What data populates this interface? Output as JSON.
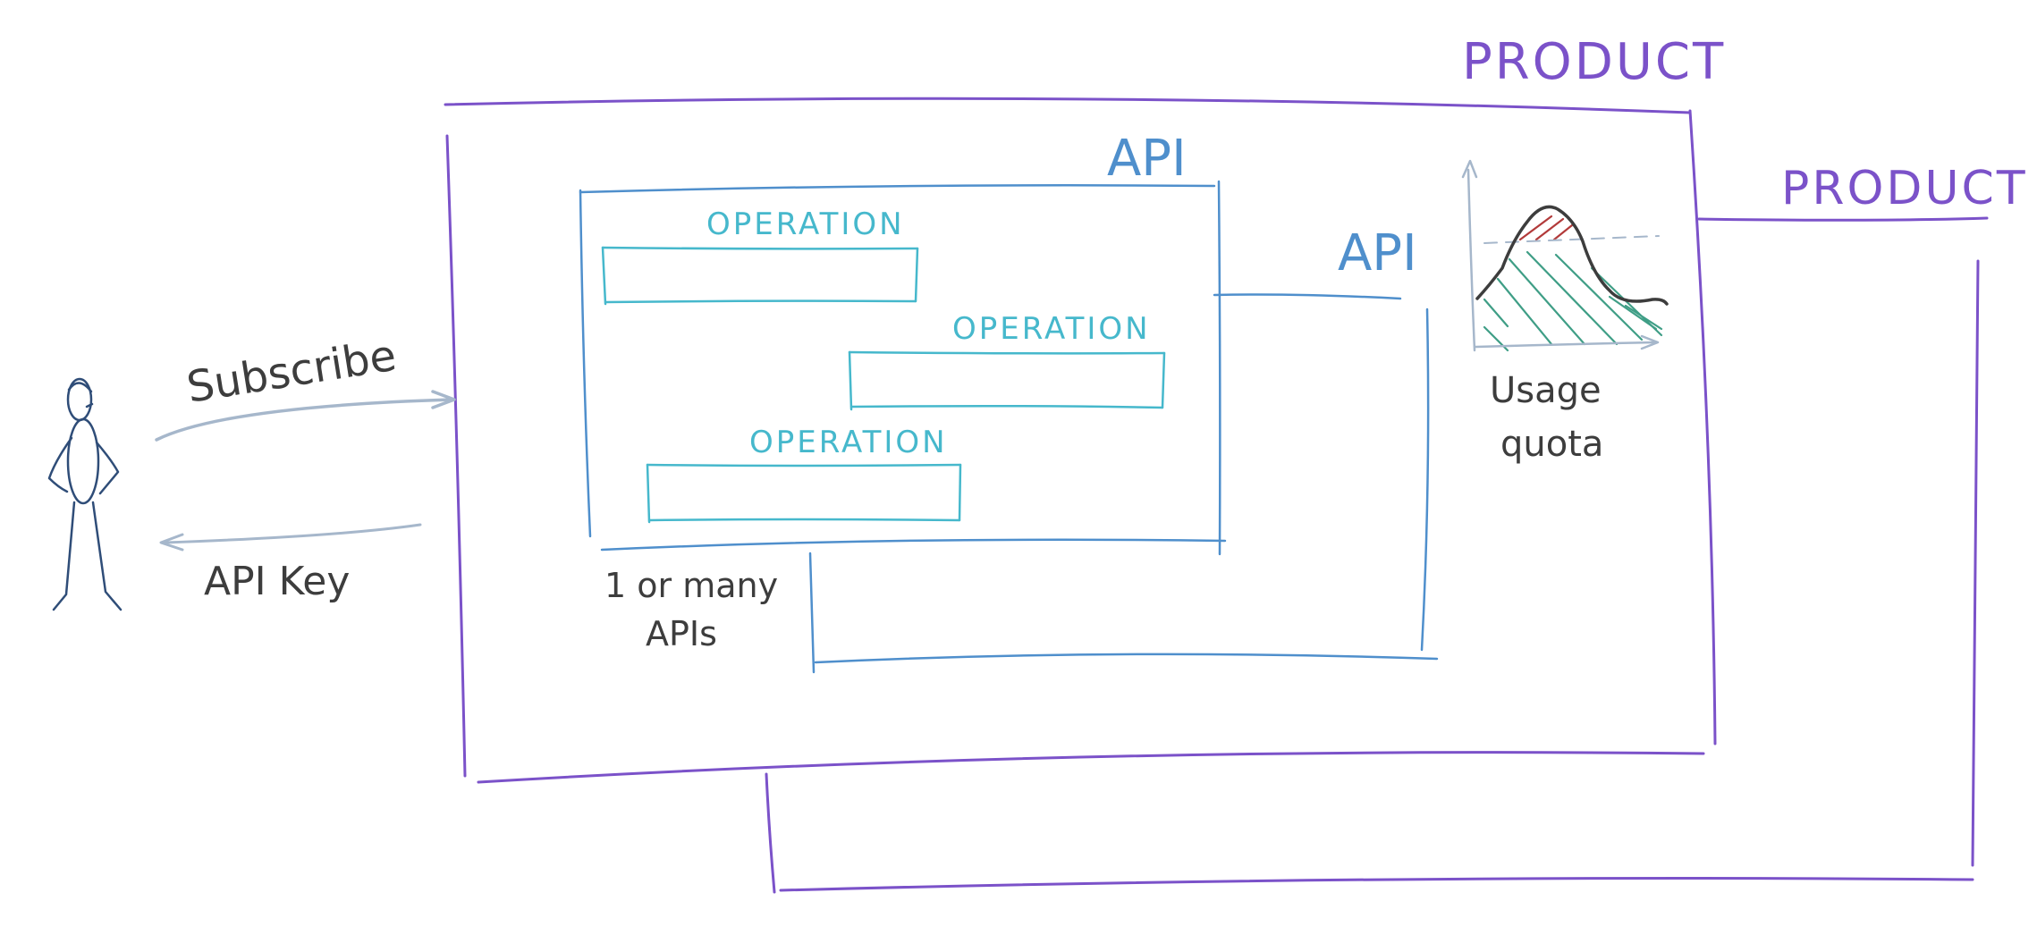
{
  "labels": {
    "product_front": "PRODUCT",
    "product_back": "PRODUCT",
    "api_front": "API",
    "api_back": "API",
    "operation_1": "OPERATION",
    "operation_2": "OPERATION",
    "operation_3": "OPERATION",
    "subscribe": "Subscribe",
    "api_key": "API Key",
    "one_or_many_line1": "1 or many",
    "one_or_many_line2": "APIs",
    "usage_line1": "Usage",
    "usage_line2": "quota"
  },
  "colors": {
    "product": "#7b52c9",
    "api": "#4f8fcc",
    "operation": "#46b8cc",
    "person": "#2f4d78",
    "arrow": "#a6b7cb",
    "text": "#3d3d3d",
    "quota_fill": "#3f9e86",
    "quota_over": "#b23a3a"
  }
}
